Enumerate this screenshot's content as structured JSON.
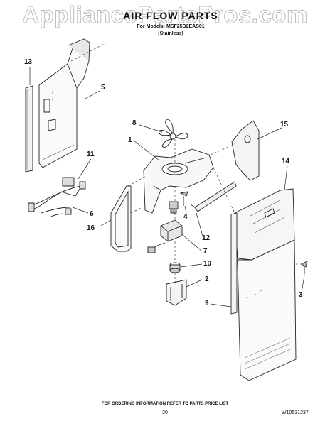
{
  "watermark": "AppliancePartsPros.com",
  "title": "AIR FLOW PARTS",
  "subtitle_model": "For Models: MSF25D2EAS01",
  "subtitle_finish": "(Stainless)",
  "callouts": [
    "13",
    "5",
    "8",
    "1",
    "15",
    "11",
    "14",
    "4",
    "6",
    "16",
    "12",
    "7",
    "10",
    "2",
    "9",
    "3"
  ],
  "footer": "FOR ORDERING INFORMATION REFER TO PARTS PRICE LIST",
  "page_number": "20",
  "document_number": "W10531237"
}
